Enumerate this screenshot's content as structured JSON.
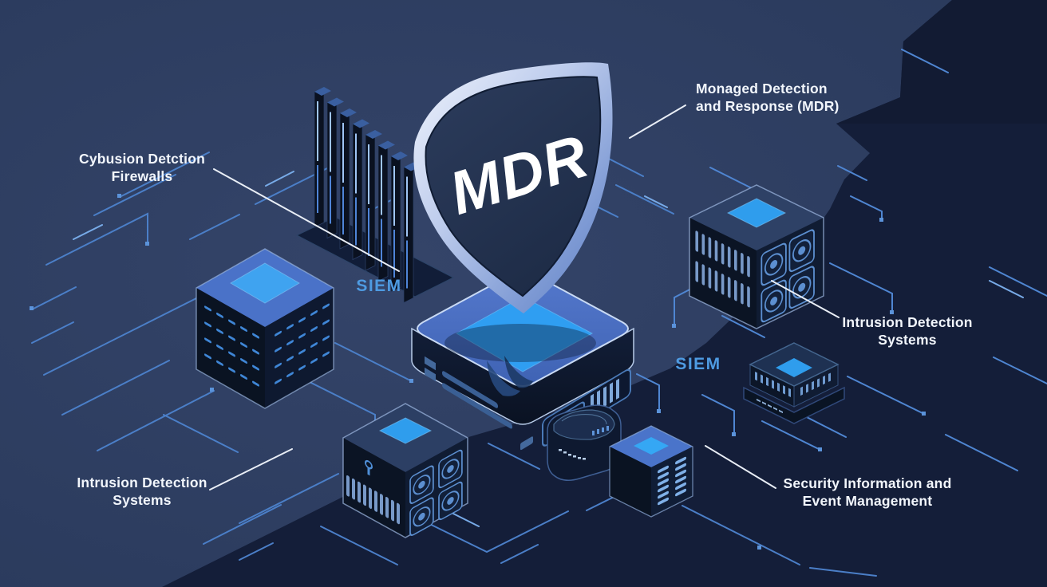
{
  "title": "MDR security architecture illustration",
  "labels": {
    "firewalls": "Cybusion Detction\nFirewalls",
    "mdr_callout": "Monaged Detection\nand Response (MDR)",
    "ids_right": "Intrusion Detection\nSystems",
    "ids_bottom": "Intrusion Detection\nSystems",
    "siem_full": "Security Information and\nEvent Management",
    "siem_left": "SIEM",
    "siem_right": "SIEM",
    "shield_text": "MDR"
  },
  "colors": {
    "background": "#2d3c5f",
    "background_dark": "#141e39",
    "circuit_blue": "#4b7fc8",
    "circuit_light": "#78abe8",
    "label_white": "#f2f6fc",
    "siem_blue": "#4e9be2",
    "cube_top_blue": "#4a72c8",
    "bright_blue": "#2f9ded",
    "device_dark": "#0b1424",
    "shield_face": "#26344f",
    "shield_border_light": "#dde7f8"
  },
  "icons": [
    "shield-icon",
    "firewall-bars-icon",
    "cube-server-icon",
    "rack-server-icon",
    "siem-cube-icon",
    "appliance-icon",
    "mini-appliance-icon",
    "platform-icon"
  ]
}
